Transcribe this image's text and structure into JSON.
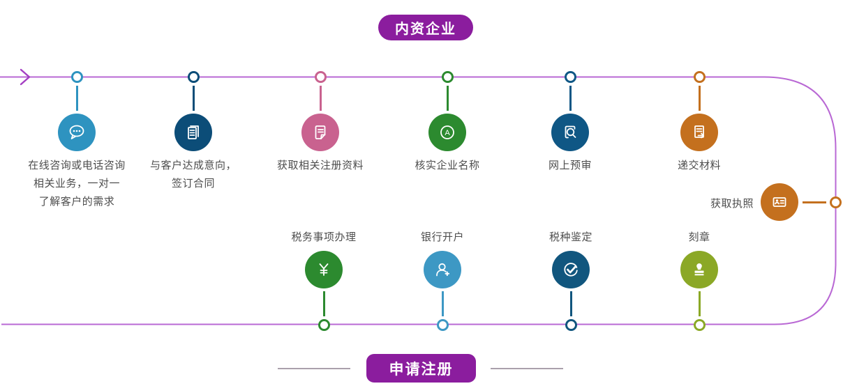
{
  "header": {
    "label": "内资企业",
    "color": "#8B1D9E"
  },
  "footer": {
    "label": "申请注册",
    "color": "#8B1D9E"
  },
  "timeline": {
    "line_color": "#B968D4",
    "arrow_color": "#A43EC3",
    "connector_color": "#AAA0AC"
  },
  "top_steps": [
    {
      "label": "在线咨询或电话咨询\n相关业务，一对一\n了解客户的需求",
      "color": "#2E93C0",
      "icon": "chat"
    },
    {
      "label": "与客户达成意向，\n签订合同",
      "color": "#0C4D78",
      "icon": "contract-document"
    },
    {
      "label": "获取相关注册资料",
      "color": "#C9628F",
      "icon": "note"
    },
    {
      "label": "核实企业名称",
      "color": "#2C8A2F",
      "icon": "letter-a",
      "icon_letter": "A"
    },
    {
      "label": "网上预审",
      "color": "#0F5785",
      "icon": "document-search"
    },
    {
      "label": "递交材料",
      "color": "#C4701E",
      "icon": "document-submit"
    }
  ],
  "license_step": {
    "label": "获取执照",
    "color": "#C4701E",
    "icon": "id-card"
  },
  "bottom_steps": [
    {
      "label": "税务事项办理",
      "color": "#2C8A2F",
      "icon": "yen"
    },
    {
      "label": "银行开户",
      "color": "#3D98C4",
      "icon": "person-add"
    },
    {
      "label": "税种鉴定",
      "color": "#11567E",
      "icon": "check-circle"
    },
    {
      "label": "刻章",
      "color": "#8BA826",
      "icon": "stamp"
    }
  ]
}
